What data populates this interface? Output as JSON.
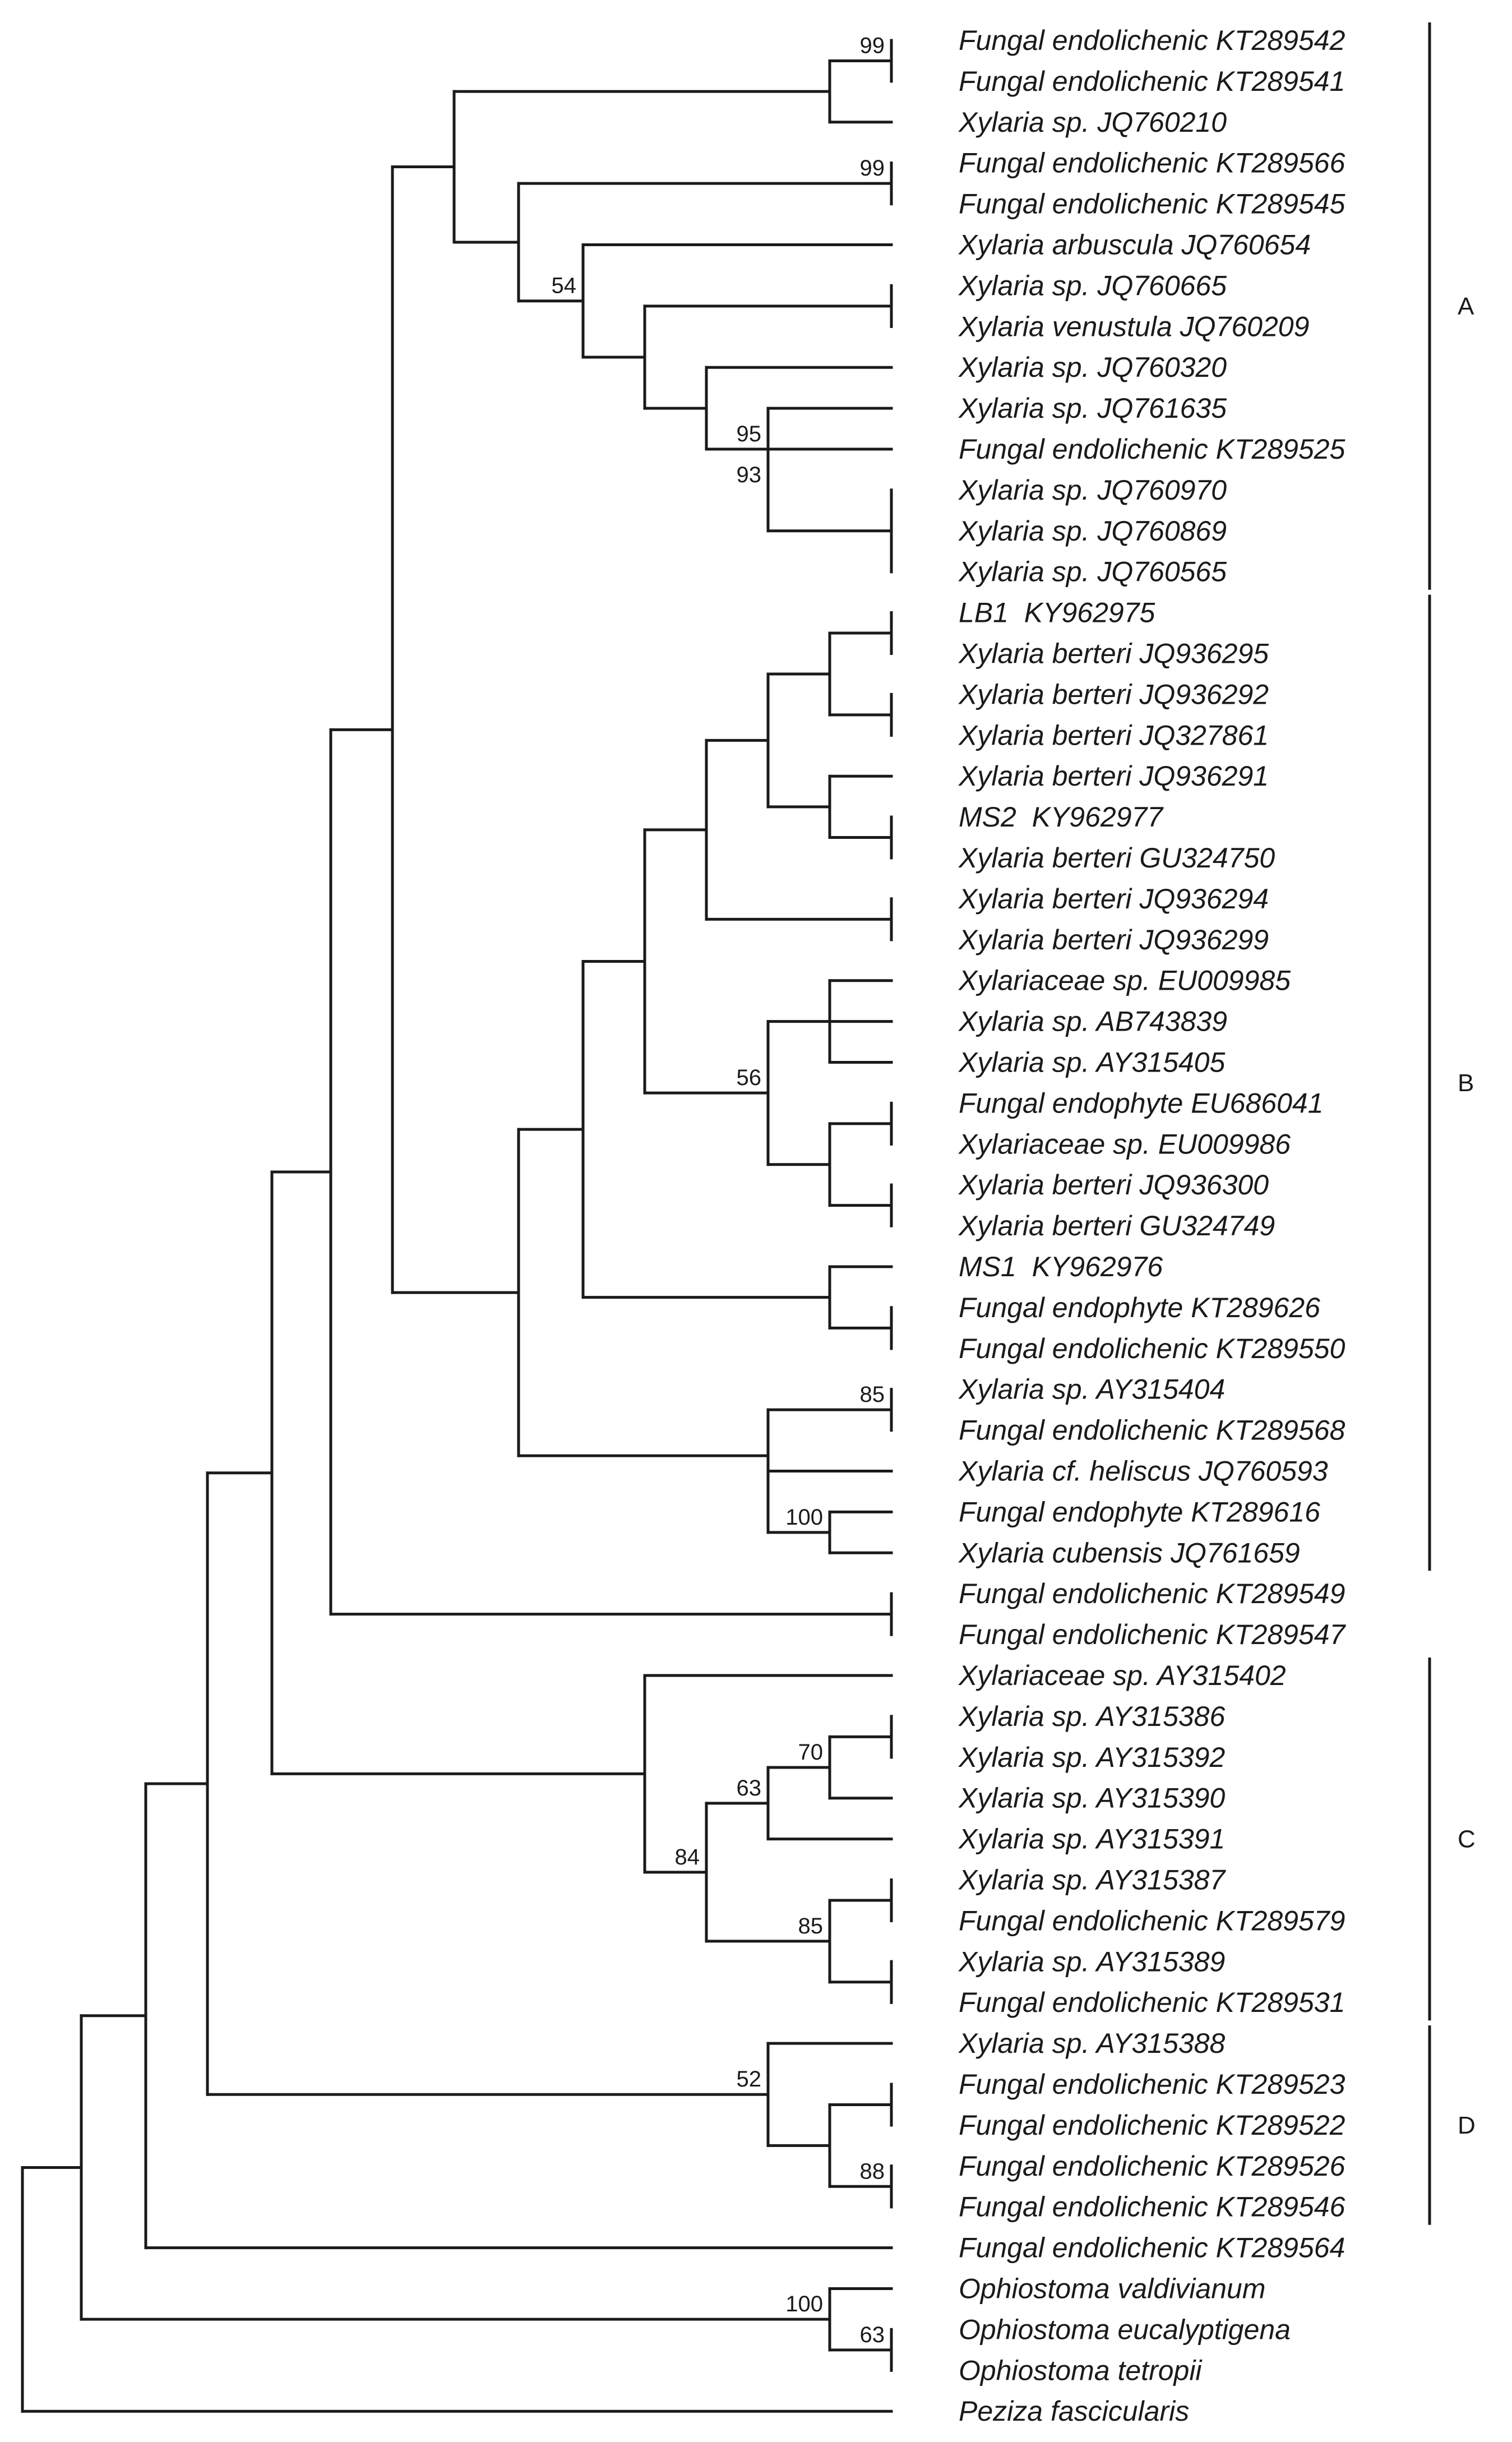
{
  "taxa": [
    "Fungal endolichenic KT289542",
    "Fungal endolichenic KT289541",
    "Xylaria sp. JQ760210",
    "Fungal endolichenic KT289566",
    "Fungal endolichenic KT289545",
    "Xylaria arbuscula JQ760654",
    "Xylaria sp. JQ760665",
    "Xylaria venustula JQ760209",
    "Xylaria sp. JQ760320",
    "Xylaria sp. JQ761635",
    "Fungal endolichenic KT289525",
    "Xylaria sp. JQ760970",
    "Xylaria sp. JQ760869",
    "Xylaria sp. JQ760565",
    "LB1  KY962975",
    "Xylaria berteri JQ936295",
    "Xylaria berteri JQ936292",
    "Xylaria berteri JQ327861",
    "Xylaria berteri JQ936291",
    "MS2  KY962977",
    "Xylaria berteri GU324750",
    "Xylaria berteri JQ936294",
    "Xylaria berteri JQ936299",
    "Xylariaceae sp. EU009985",
    "Xylaria sp. AB743839",
    "Xylaria sp. AY315405",
    "Fungal endophyte EU686041",
    "Xylariaceae sp. EU009986",
    "Xylaria berteri JQ936300",
    "Xylaria berteri GU324749",
    "MS1  KY962976",
    "Fungal endophyte KT289626",
    "Fungal endolichenic KT289550",
    "Xylaria sp. AY315404",
    "Fungal endolichenic KT289568",
    "Xylaria cf. heliscus JQ760593",
    "Fungal endophyte KT289616",
    "Xylaria cubensis JQ761659",
    "Fungal endolichenic KT289549",
    "Fungal endolichenic KT289547",
    "Xylariaceae sp. AY315402",
    "Xylaria sp. AY315386",
    "Xylaria sp. AY315392",
    "Xylaria sp. AY315390",
    "Xylaria sp. AY315391",
    "Xylaria sp. AY315387",
    "Fungal endolichenic KT289579",
    "Xylaria sp. AY315389",
    "Fungal endolichenic KT289531",
    "Xylaria sp. AY315388",
    "Fungal endolichenic KT289523",
    "Fungal endolichenic KT289522",
    "Fungal endolichenic KT289526",
    "Fungal endolichenic KT289546",
    "Fungal endolichenic KT289564",
    "Ophiostoma valdivianum",
    "Ophiostoma eucalyptigena",
    "Ophiostoma tetropii",
    "Peziza fascicularis"
  ],
  "supports": [
    {
      "node": "n_a1",
      "value": "99"
    },
    {
      "node": "n_a2",
      "value": "99"
    },
    {
      "node": "n_a4",
      "value": "54"
    },
    {
      "node": "n_a8",
      "value": "95"
    },
    {
      "node": "n_a9",
      "value": "93"
    },
    {
      "node": "n_b12",
      "value": "56"
    },
    {
      "node": "n_b16",
      "value": "85"
    },
    {
      "node": "n_b17",
      "value": "100"
    },
    {
      "node": "n_c2",
      "value": "70"
    },
    {
      "node": "n_c3",
      "value": "63"
    },
    {
      "node": "n_c6",
      "value": "84"
    },
    {
      "node": "n_c5",
      "value": "85"
    },
    {
      "node": "n_d2",
      "value": "88"
    },
    {
      "node": "n_d4",
      "value": "52"
    },
    {
      "node": "n_o2",
      "value": "100"
    },
    {
      "node": "n_o1",
      "value": "63"
    }
  ],
  "clades": [
    {
      "label": "A",
      "first": 0,
      "last": 13
    },
    {
      "label": "B",
      "first": 14,
      "last": 37
    },
    {
      "label": "C",
      "first": 40,
      "last": 48
    },
    {
      "label": "D",
      "first": 49,
      "last": 53
    }
  ]
}
